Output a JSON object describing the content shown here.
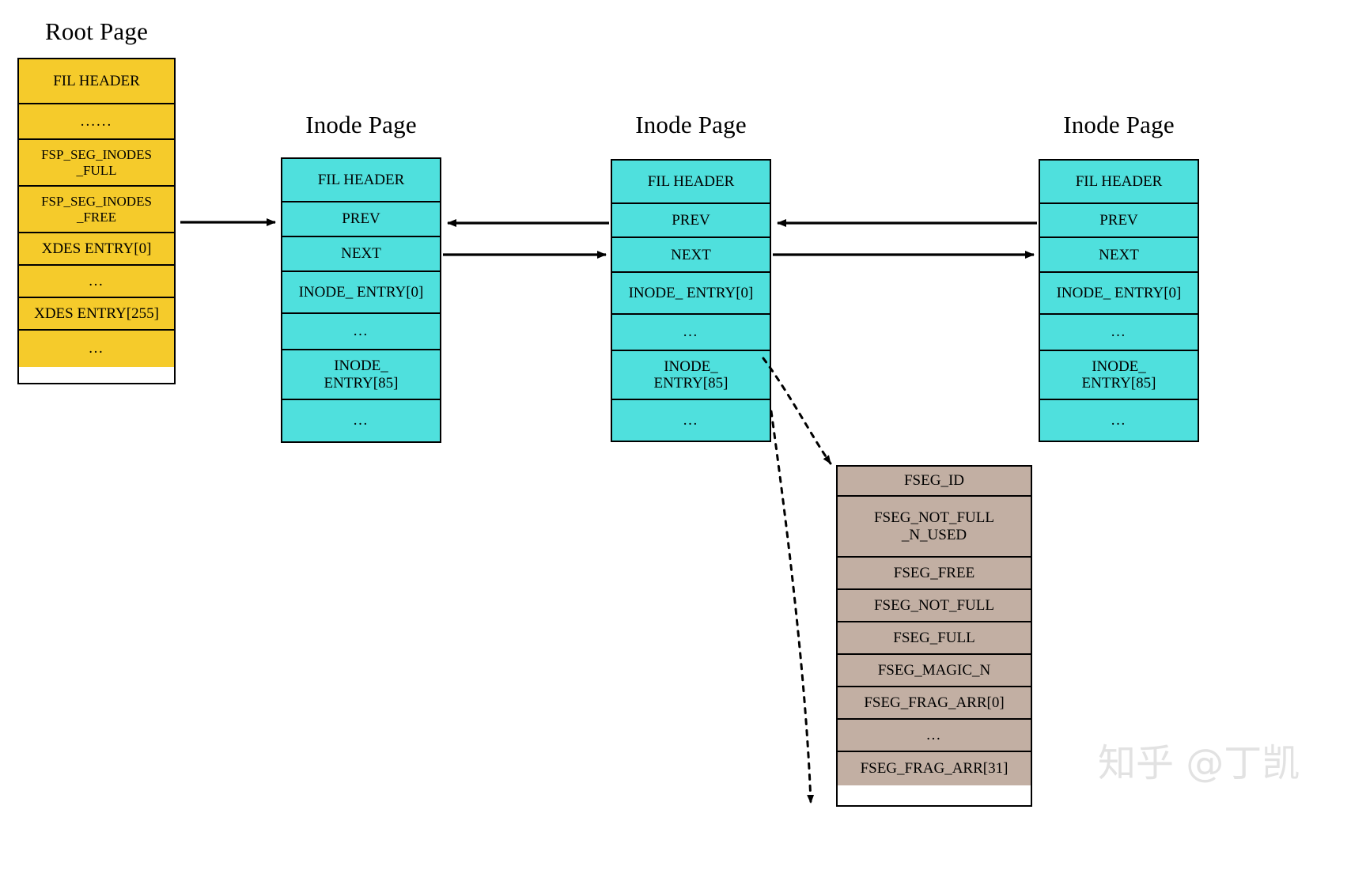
{
  "diagram": {
    "title_root": "Root Page",
    "title_inode": "Inode Page",
    "watermark": "知乎 @丁凯",
    "colors": {
      "root_fill": "#F5CB2B",
      "inode_fill": "#4FE0DD",
      "fseg_fill": "#C2AFA3",
      "stroke": "#000000",
      "background": "#FFFFFF",
      "watermark": "#E2E2E2"
    }
  },
  "root_page": {
    "label": "Root Page",
    "rows": [
      "FIL HEADER",
      "......",
      "FSP_SEG_INODES\n_FULL",
      "FSP_SEG_INODES\n_FREE",
      "XDES ENTRY[0]",
      "…",
      "XDES ENTRY[255]",
      "…"
    ]
  },
  "inode_pages": [
    {
      "label": "Inode Page",
      "rows": [
        "FIL HEADER",
        "PREV",
        "NEXT",
        "INODE_ ENTRY[0]",
        "…",
        "INODE_\nENTRY[85]",
        "…"
      ]
    },
    {
      "label": "Inode Page",
      "rows": [
        "FIL HEADER",
        "PREV",
        "NEXT",
        "INODE_ ENTRY[0]",
        "…",
        "INODE_\nENTRY[85]",
        "…"
      ]
    },
    {
      "label": "Inode Page",
      "rows": [
        "FIL HEADER",
        "PREV",
        "NEXT",
        "INODE_ ENTRY[0]",
        "…",
        "INODE_\nENTRY[85]",
        "…"
      ]
    }
  ],
  "fseg_box": {
    "rows": [
      "FSEG_ID",
      "FSEG_NOT_FULL\n_N_USED",
      "FSEG_FREE",
      "FSEG_NOT_FULL",
      "FSEG_FULL",
      "FSEG_MAGIC_N",
      "FSEG_FRAG_ARR[0]",
      "…",
      "FSEG_FRAG_ARR[31]"
    ]
  }
}
